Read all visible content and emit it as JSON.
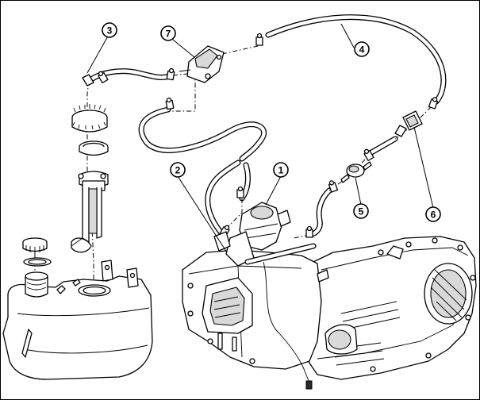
{
  "colors": {
    "line": "#000000",
    "background": "#ffffff",
    "shade": "#d9d9d9"
  },
  "callouts": [
    {
      "label": "1"
    },
    {
      "label": "2"
    },
    {
      "label": "3"
    },
    {
      "label": "4"
    },
    {
      "label": "5"
    },
    {
      "label": "6"
    },
    {
      "label": "7"
    }
  ]
}
